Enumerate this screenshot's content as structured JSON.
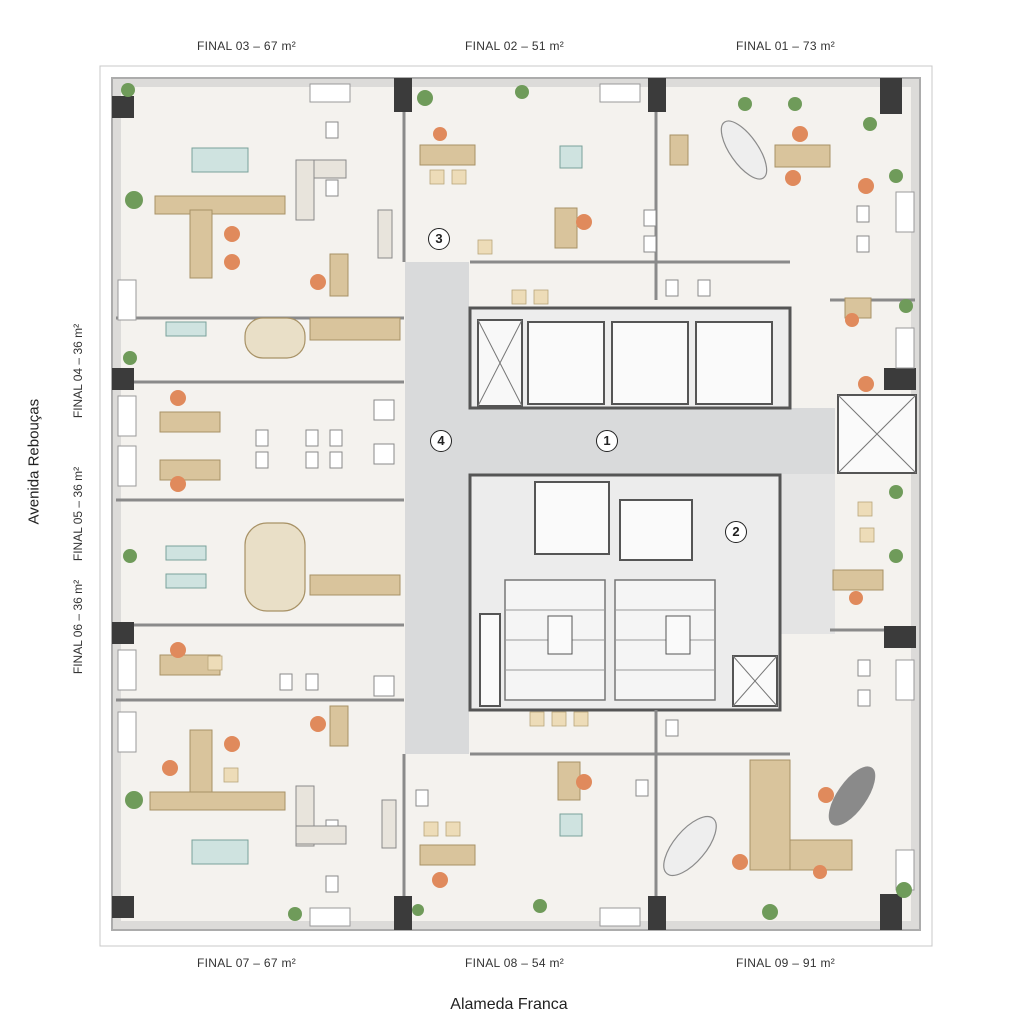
{
  "units_top": [
    "FINAL 03 – 67 m²",
    "FINAL 02 – 51 m²",
    "FINAL 01 – 73 m²"
  ],
  "units_bottom": [
    "FINAL 07 – 67 m²",
    "FINAL 08 – 54 m²",
    "FINAL 09 – 91 m²"
  ],
  "units_left": [
    "FINAL 04 – 36 m²",
    "FINAL 05 – 36 m²",
    "FINAL 06 – 36 m²"
  ],
  "streets": {
    "left": "Avenida Rebouças",
    "bottom": "Alameda Franca"
  },
  "markers": [
    "1",
    "2",
    "3",
    "4"
  ],
  "colors": {
    "floor": "#f3f1ec",
    "corridor": "#d9dadb",
    "wall": "#7b7b7b",
    "column": "#3b3b3b",
    "wood": "#d9c49c",
    "chair": "#e08a5c",
    "plant": "#6f9b5a",
    "fixture": "#ffffff",
    "glass": "#cfe3e0"
  }
}
